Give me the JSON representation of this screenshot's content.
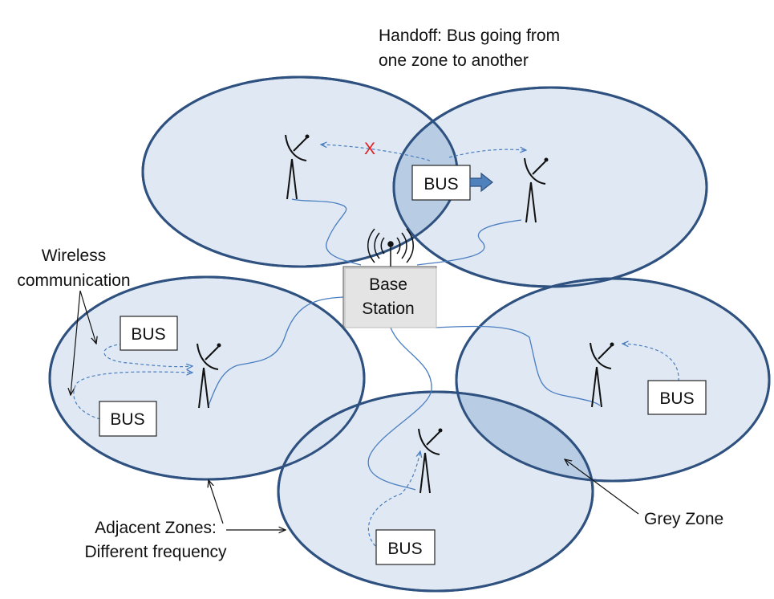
{
  "colors": {
    "zone_fill": "#dbe5f1",
    "zone_stroke": "#2f5180",
    "overlap_fill": "#b8cce4",
    "link": "#4a7ec0",
    "handoff_x": "#e02020",
    "arrow_fill": "#4f81bd"
  },
  "annotations": {
    "handoff_line1": "Handoff: Bus going from",
    "handoff_line2": "one zone  to another",
    "wireless_line1": "Wireless",
    "wireless_line2": "communication",
    "adjacent_line1": "Adjacent Zones:",
    "adjacent_line2": "Different frequency",
    "grey_zone": "Grey Zone",
    "handoff_x": "X"
  },
  "base_station": {
    "line1": "Base",
    "line2": "Station"
  },
  "buses": {
    "handoff": "BUS",
    "left_upper": "BUS",
    "left_lower": "BUS",
    "right": "BUS",
    "bottom": "BUS"
  },
  "icons": [
    "antenna-tower-icon",
    "broadcast-antenna-icon",
    "direction-arrow-icon"
  ]
}
